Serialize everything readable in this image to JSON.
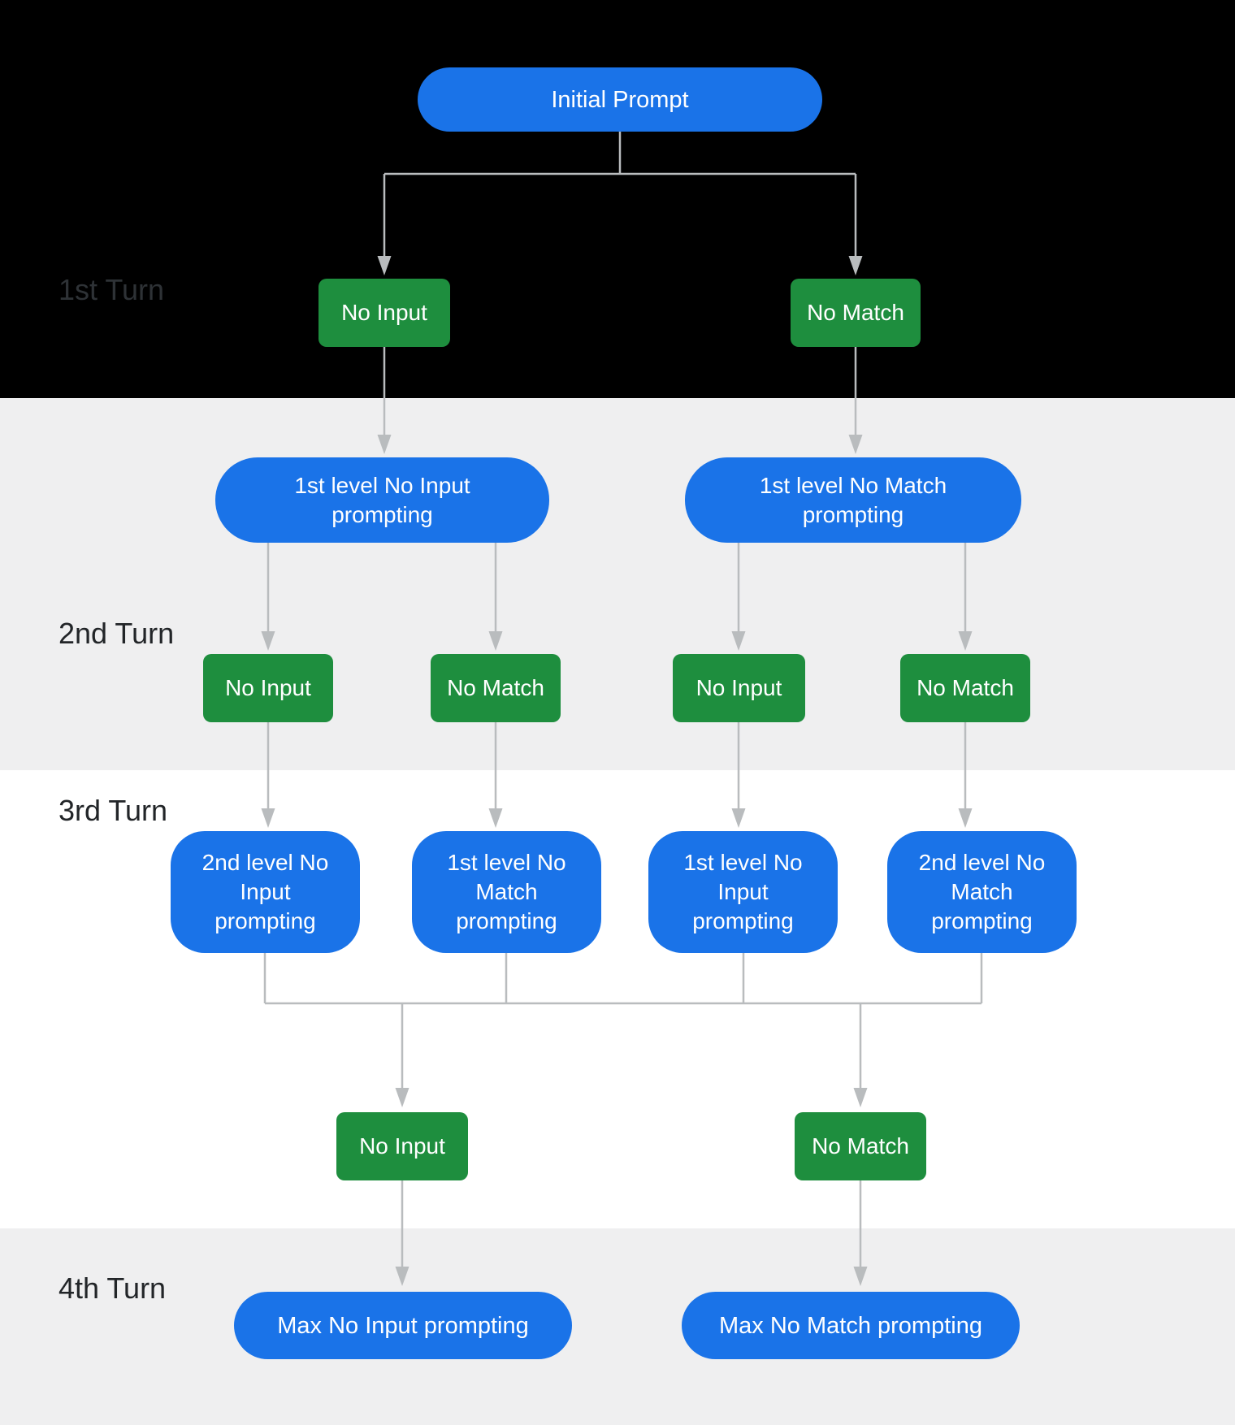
{
  "turns": {
    "first": "1st Turn",
    "second": "2nd Turn",
    "third": "3rd Turn",
    "fourth": "4th Turn"
  },
  "nodes": {
    "initial_prompt": "Initial Prompt",
    "turn1_no_input": "No Input",
    "turn1_no_match": "No Match",
    "level1_no_input_prompting": "1st level No Input\nprompting",
    "level1_no_match_prompting": "1st level No Match\nprompting",
    "turn2_no_input_left": "No Input",
    "turn2_no_match_left": "No Match",
    "turn2_no_input_right": "No Input",
    "turn2_no_match_right": "No Match",
    "level2_no_input_prompting": "2nd level No\nInput\nprompting",
    "level1_no_match_prompting_2": "1st level No\nMatch\nprompting",
    "level1_no_input_prompting_2": "1st level No\nInput\nprompting",
    "level2_no_match_prompting": "2nd level No\nMatch\nprompting",
    "turn3_no_input": "No Input",
    "turn3_no_match": "No Match",
    "max_no_input_prompting": "Max No Input prompting",
    "max_no_match_prompting": "Max No Match prompting"
  },
  "colors": {
    "prompt_node": "#1a73e8",
    "event_node": "#1e8e3e",
    "connector": "#b9bcbe",
    "band_black": "#000000",
    "band_gray": "#efeff0",
    "band_white": "#ffffff",
    "turn_label": "#222528",
    "turn_label_on_black": "#2e3236",
    "node_text": "#ffffff"
  }
}
